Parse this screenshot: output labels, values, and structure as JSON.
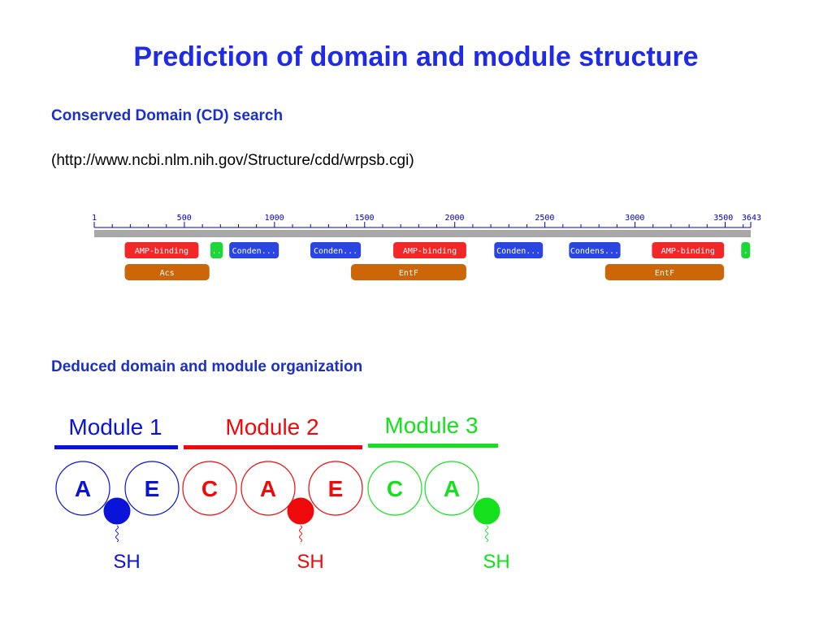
{
  "colors": {
    "title": "#1f2be6",
    "heading": "#1c30c8",
    "ruler_text": "#0000cc",
    "ruler_bar": "#a8a8a8",
    "domain_red": "#f22828",
    "domain_blue": "#2a45e0",
    "domain_green": "#1ed63a",
    "superfamily_orange": "#cc6608",
    "module_blue": "#0a14d8",
    "module_red": "#ee0a0a",
    "module_green": "#14e01e"
  },
  "title": "Prediction of domain and module structure",
  "section_cd": {
    "heading": "Conserved Domain (CD) search",
    "url": "(http://www.ncbi.nlm.nih.gov/Structure/cdd/wrpsb.cgi)"
  },
  "cd_graphic": {
    "sequence_length": 3643,
    "ruler_labels": [
      {
        "label": "1",
        "pos": 1
      },
      {
        "label": "500",
        "pos": 500
      },
      {
        "label": "1000",
        "pos": 1000
      },
      {
        "label": "1500",
        "pos": 1500
      },
      {
        "label": "2000",
        "pos": 2000
      },
      {
        "label": "2500",
        "pos": 2500
      },
      {
        "label": "3000",
        "pos": 3000
      },
      {
        "label": "3500",
        "pos": 3500
      },
      {
        "label": "3643",
        "pos": 3643
      }
    ],
    "domains": [
      {
        "label": "AMP-binding",
        "start": 170,
        "end": 580,
        "color": "red"
      },
      {
        "label": "..",
        "start": 645,
        "end": 715,
        "color": "green"
      },
      {
        "label": "Conden...",
        "start": 750,
        "end": 1025,
        "color": "blue"
      },
      {
        "label": "Conden...",
        "start": 1200,
        "end": 1480,
        "color": "blue"
      },
      {
        "label": "AMP-binding",
        "start": 1660,
        "end": 2065,
        "color": "red"
      },
      {
        "label": "Conden...",
        "start": 2220,
        "end": 2490,
        "color": "blue"
      },
      {
        "label": "Condens...",
        "start": 2635,
        "end": 2920,
        "color": "blue"
      },
      {
        "label": "AMP-binding",
        "start": 3095,
        "end": 3495,
        "color": "red"
      },
      {
        "label": ".",
        "start": 3590,
        "end": 3640,
        "color": "green"
      }
    ],
    "superfamilies": [
      {
        "label": "Acs",
        "start": 170,
        "end": 640
      },
      {
        "label": "EntF",
        "start": 1425,
        "end": 2065
      },
      {
        "label": "EntF",
        "start": 2835,
        "end": 3495
      }
    ]
  },
  "section_modules": {
    "heading": "Deduced domain and module organization",
    "modules": [
      {
        "label": "Module 1",
        "color": "blue"
      },
      {
        "label": "Module 2",
        "color": "red"
      },
      {
        "label": "Module 3",
        "color": "green"
      }
    ],
    "circles": [
      {
        "letter": "A",
        "color": "blue"
      },
      {
        "letter": "E",
        "color": "blue"
      },
      {
        "letter": "C",
        "color": "red"
      },
      {
        "letter": "A",
        "color": "red"
      },
      {
        "letter": "E",
        "color": "red"
      },
      {
        "letter": "C",
        "color": "green"
      },
      {
        "letter": "A",
        "color": "green"
      }
    ],
    "sh_groups": [
      {
        "label": "SH",
        "color": "blue"
      },
      {
        "label": "SH",
        "color": "red"
      },
      {
        "label": "SH",
        "color": "green"
      }
    ]
  }
}
